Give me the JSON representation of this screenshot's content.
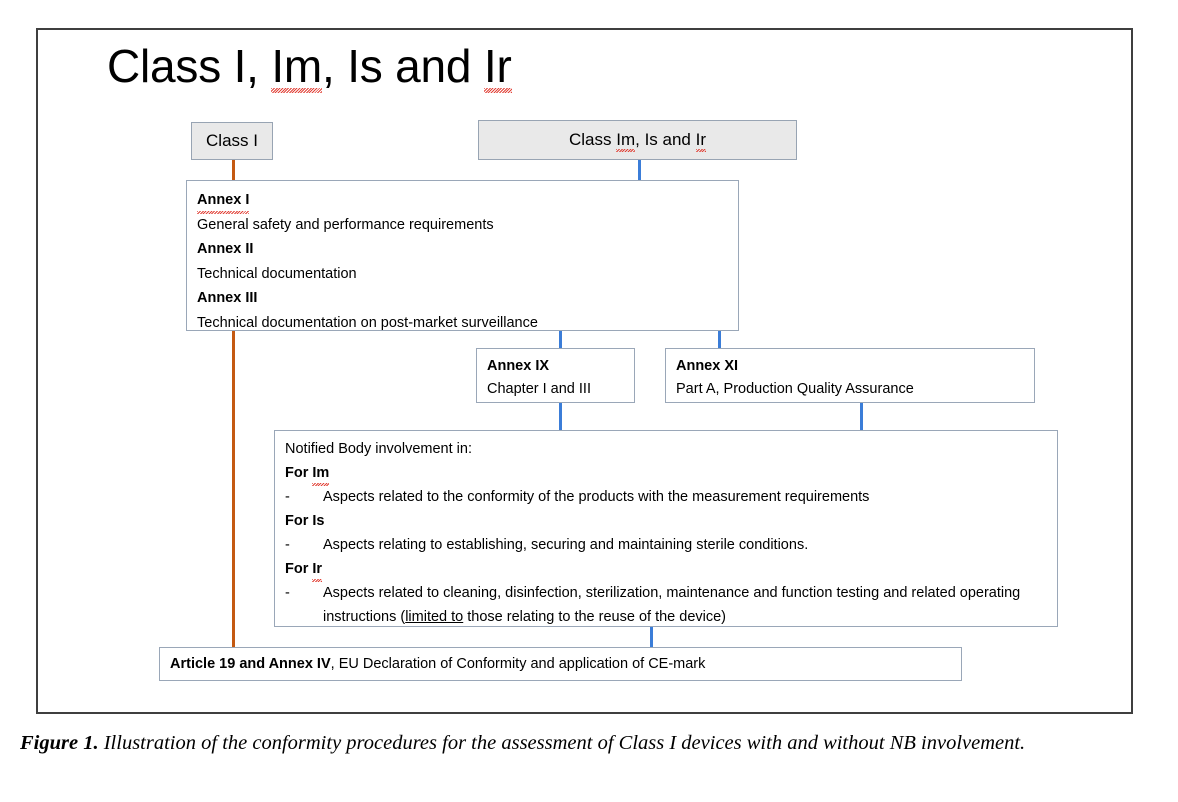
{
  "figure": {
    "title": "Class I, Im, Is and Ir",
    "caption_label": "Figure 1.",
    "caption_text": "Illustration of the conformity procedures for the assessment of Class I devices with and without NB involvement."
  },
  "colors": {
    "frame_border": "#3f3f3f",
    "box_border": "#9aa7b8",
    "box_fill_gray": "#e9e9e9",
    "box_fill_white": "#ffffff",
    "connector_orange": "#c45911",
    "connector_blue": "#3b7dd8",
    "spellcheck_squiggle": "#e03a2f",
    "text": "#000000"
  },
  "nodes": {
    "class_i": {
      "label": "Class I"
    },
    "class_im_is_ir": {
      "prefix": "Class ",
      "im": "Im",
      "middle": ", Is and ",
      "ir": "Ir"
    },
    "annex_123": {
      "rows": [
        {
          "heading": "Annex I",
          "text": "General safety and performance requirements"
        },
        {
          "heading": "Annex II",
          "text": "Technical documentation"
        },
        {
          "heading": "Annex III",
          "text": "Technical documentation on post-market surveillance"
        }
      ]
    },
    "annex_ix": {
      "heading": "Annex IX",
      "text": "Chapter I and III"
    },
    "annex_xi": {
      "heading": "Annex XI",
      "text": "Part A, Production Quality Assurance"
    },
    "notified_body": {
      "intro": "Notified Body involvement in:",
      "groups": [
        {
          "heading_prefix": "For ",
          "heading_term": "Im",
          "dash": "-",
          "lines": [
            "Aspects related to the conformity of the products with the measurement requirements"
          ]
        },
        {
          "heading_prefix": "For ",
          "heading_term": "Is",
          "dash": "-",
          "lines": [
            "Aspects relating to establishing, securing and maintaining sterile conditions."
          ]
        },
        {
          "heading_prefix": "For ",
          "heading_term": "Ir",
          "dash": "-",
          "lines": [
            "Aspects related to cleaning, disinfection, sterilization, maintenance and function testing and",
            "related operating instructions (limited to those relating to the reuse of the device)"
          ],
          "line2_pre": "related operating instructions (",
          "line2_underlined": "limited to",
          "line2_post": " those relating to the reuse of the device)"
        }
      ]
    },
    "article_19": {
      "bold": "Article 19 and Annex IV",
      "rest": ", EU Declaration of Conformity and application of CE-mark"
    }
  },
  "connectors": [
    {
      "name": "class-i-to-annex-123",
      "color": "#c45911"
    },
    {
      "name": "annex-123-left-trunk",
      "color": "#c45911"
    },
    {
      "name": "class-im-is-ir-to-annex",
      "color": "#3b7dd8"
    },
    {
      "name": "annex-123-to-annex-ix",
      "color": "#3b7dd8"
    },
    {
      "name": "annex-123-to-annex-xi",
      "color": "#3b7dd8"
    },
    {
      "name": "annex-ix-to-nb",
      "color": "#3b7dd8"
    },
    {
      "name": "annex-xi-to-nb",
      "color": "#3b7dd8"
    },
    {
      "name": "nb-to-article-19",
      "color": "#3b7dd8"
    }
  ]
}
